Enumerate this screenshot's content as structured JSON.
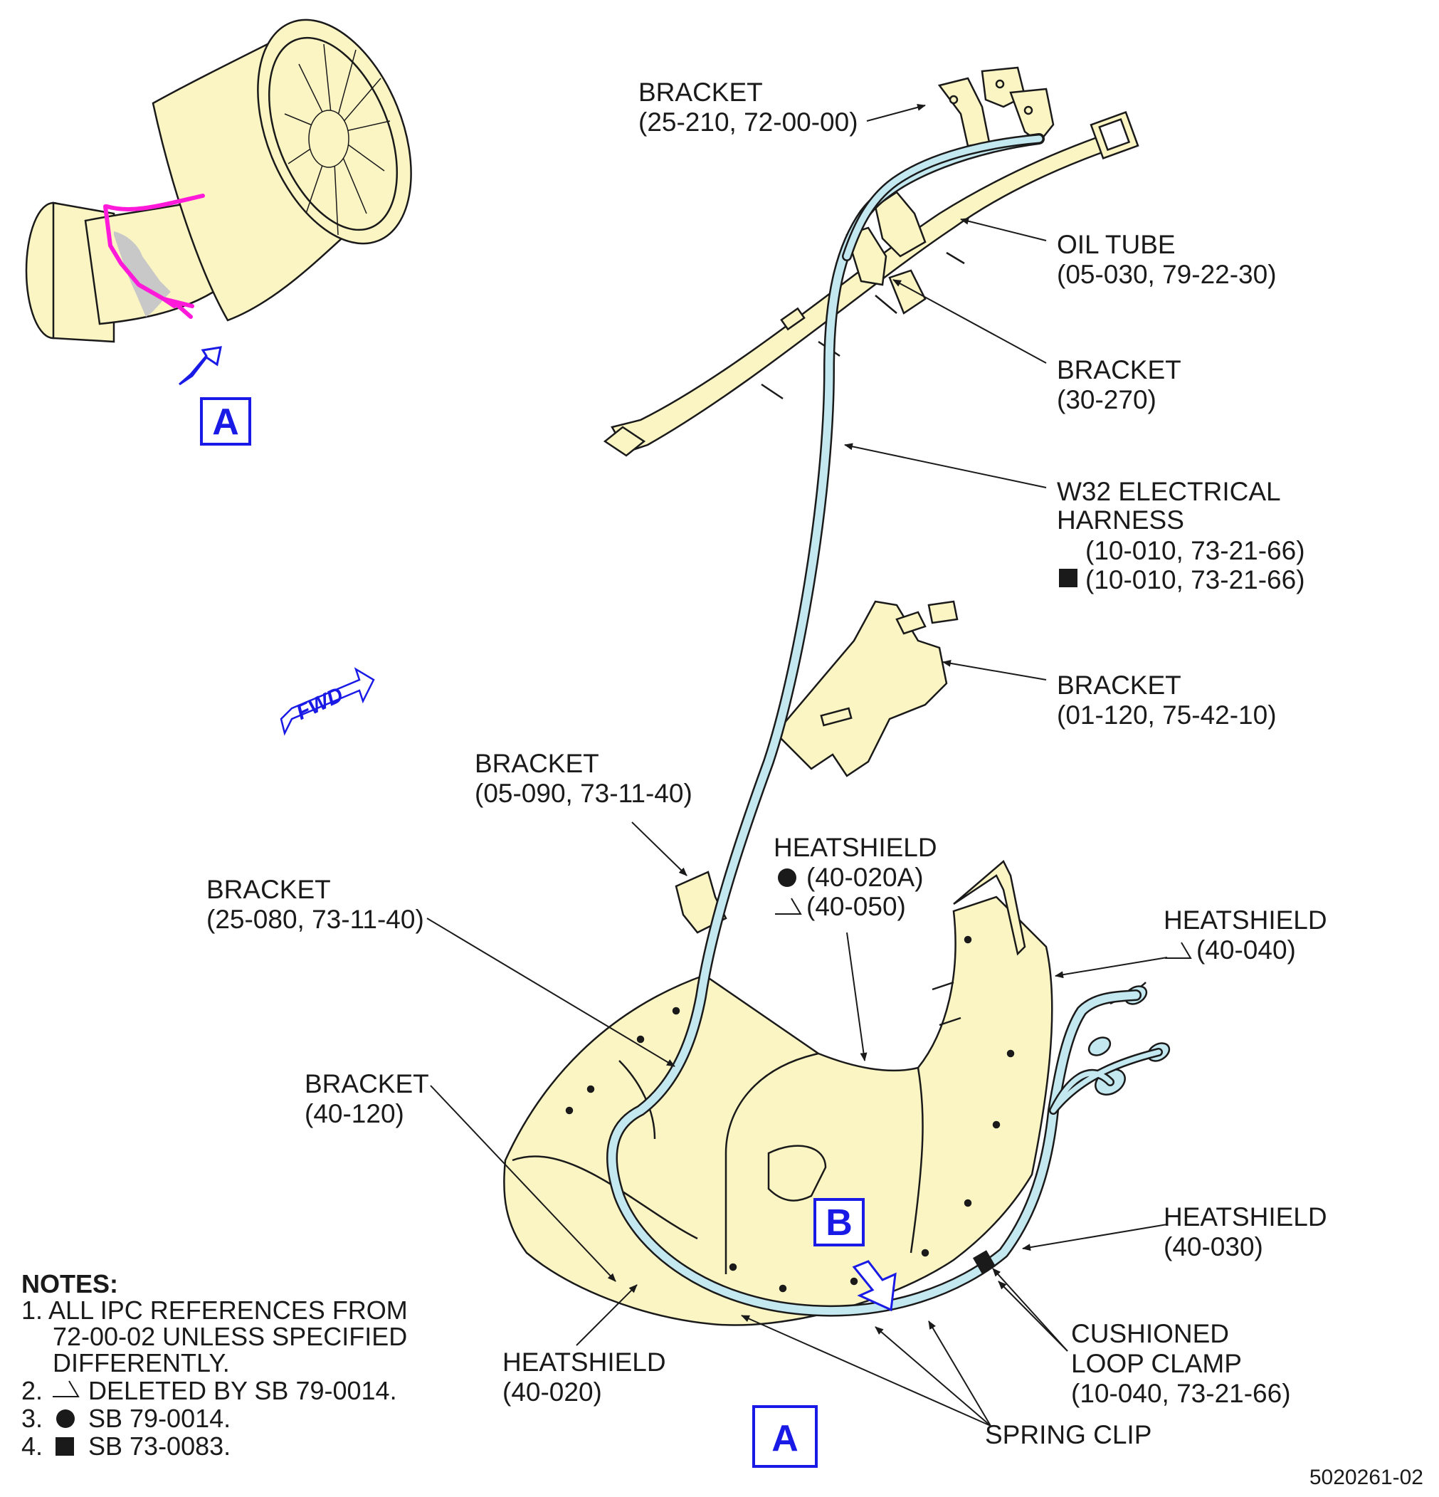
{
  "colors": {
    "part_fill": "#fbf5c4",
    "harness": "#c4e8f0",
    "callout_blue": "#1a1ae6",
    "highlight": "#ff1ad9",
    "line": "#1a1a1a"
  },
  "icons": {
    "engine_locator": "engine-overview-icon",
    "fwd_arrow": "fwd-arrow-icon",
    "view_arrow": "view-arrow-icon"
  },
  "view_refs": {
    "a_top": "A",
    "b": "B",
    "a_bottom": "A"
  },
  "fwd_label": "FWD",
  "labels": {
    "bracket_25_210": {
      "line1": "BRACKET",
      "line2": "(25-210, 72-00-00)"
    },
    "oil_tube": {
      "line1": "OIL TUBE",
      "line2": "(05-030, 79-22-30)"
    },
    "bracket_30_270": {
      "line1": "BRACKET",
      "line2": "(30-270)"
    },
    "w32_harness": {
      "line1": "W32 ELECTRICAL",
      "line2": "HARNESS",
      "line3": "(10-010, 73-21-66)",
      "line4": "(10-010, 73-21-66)"
    },
    "bracket_01_120": {
      "line1": "BRACKET",
      "line2": "(01-120, 75-42-10)"
    },
    "bracket_05_090": {
      "line1": "BRACKET",
      "line2": "(05-090, 73-11-40)"
    },
    "heatshield_40_020a": {
      "line1": "HEATSHIELD",
      "line2": "(40-020A)",
      "line3": "(40-050)"
    },
    "bracket_25_080": {
      "line1": "BRACKET",
      "line2": "(25-080, 73-11-40)"
    },
    "heatshield_40_040": {
      "line1": "HEATSHIELD",
      "line2": "(40-040)"
    },
    "bracket_40_120": {
      "line1": "BRACKET",
      "line2": "(40-120)"
    },
    "heatshield_40_030": {
      "line1": "HEATSHIELD",
      "line2": "(40-030)"
    },
    "cushioned_clamp": {
      "line1": "CUSHIONED",
      "line2": "LOOP CLAMP",
      "line3": "(10-040, 73-21-66)"
    },
    "heatshield_40_020": {
      "line1": "HEATSHIELD",
      "line2": "(40-020)"
    },
    "spring_clip": {
      "line1": "SPRING CLIP"
    }
  },
  "notes": {
    "title": "NOTES:",
    "n1_line1": "1. ALL IPC REFERENCES FROM",
    "n1_line2": "72-00-02 UNLESS SPECIFIED",
    "n1_line3": "DIFFERENTLY.",
    "n2": "DELETED BY SB 79-0014.",
    "n2_num": "2.",
    "n3": "SB 79-0014.",
    "n3_num": "3.",
    "n4": "SB 73-0083.",
    "n4_num": "4."
  },
  "figure_number": "5020261-02"
}
